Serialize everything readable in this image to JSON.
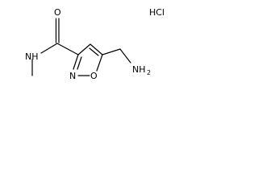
{
  "molecule": {
    "atoms": {
      "amide_oxygen": "O",
      "amide_nh": "NH",
      "ring_nitrogen": "N",
      "ring_oxygen": "O",
      "amine": "NH",
      "amine_subscript": "2"
    },
    "salt": "HCl"
  },
  "colors": {
    "bond": "#000000",
    "text": "#000000",
    "background": "#ffffff"
  }
}
